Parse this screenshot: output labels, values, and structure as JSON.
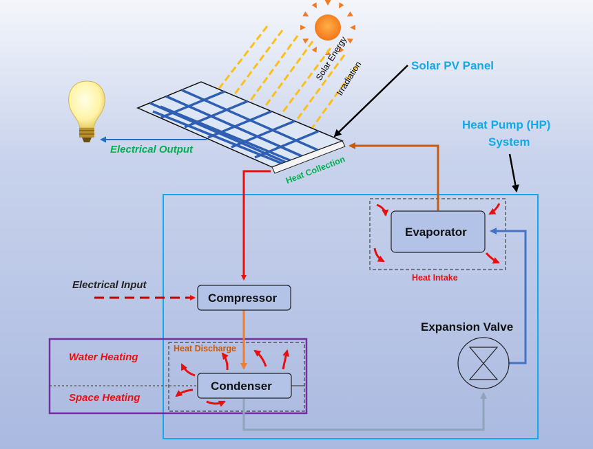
{
  "labels": {
    "solar_pv_panel": "Solar PV Panel",
    "heat_pump_line1": "Heat Pump (HP)",
    "heat_pump_line2": "System",
    "solar_energy_line1": "Solar Energy",
    "solar_energy_line2": "Irradiation",
    "electrical_output": "Electrical Output",
    "heat_collection": "Heat Collection",
    "electrical_input": "Electrical Input",
    "compressor": "Compressor",
    "evaporator": "Evaporator",
    "heat_intake": "Heat Intake",
    "expansion_valve": "Expansion Valve",
    "condenser": "Condenser",
    "heat_discharge": "Heat Discharge",
    "water_heating": "Water Heating",
    "space_heating": "Space Heating"
  },
  "colors": {
    "red": "#e8100f",
    "orange_pipe": "#c55a11",
    "light_orange": "#ed7d31",
    "blue_pipe": "#4472c4",
    "gray_pipe": "#8fa3bc",
    "cyan": "#12a9e8",
    "purple": "#7030a0",
    "green": "#00b050",
    "sun": "#f47920",
    "ray": "#fbbf16"
  },
  "icons": {
    "sun": "sun-icon",
    "bulb": "light-bulb-icon",
    "valve": "expansion-valve-icon",
    "panel": "solar-panel-icon"
  }
}
